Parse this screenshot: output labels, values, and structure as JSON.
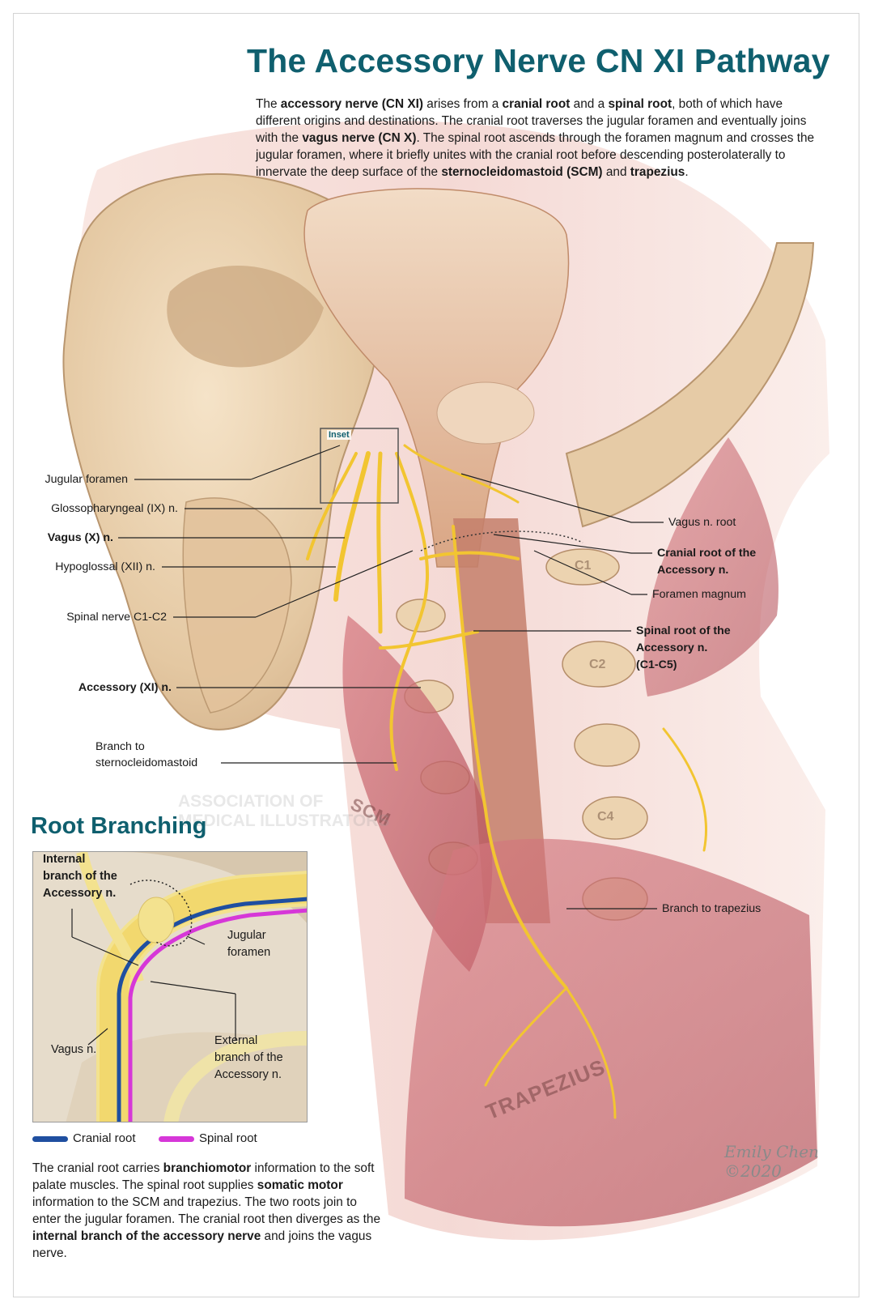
{
  "title": "The Accessory Nerve CN XI Pathway",
  "intro": [
    {
      "t": "The "
    },
    {
      "t": "accessory nerve (CN XI)",
      "b": true
    },
    {
      "t": " arises from a "
    },
    {
      "t": "cranial root",
      "b": true
    },
    {
      "t": " and a "
    },
    {
      "t": "spinal root",
      "b": true
    },
    {
      "t": ", both of which have different origins and destinations. The cranial root traverses the jugular foramen and eventually joins with the "
    },
    {
      "t": "vagus nerve (CN X)",
      "b": true
    },
    {
      "t": ". The spinal root ascends through the foramen magnum and crosses the jugular foramen, where it briefly unites with the cranial root before descending posterolaterally to innervate the deep surface of the "
    },
    {
      "t": "sternocleidomastoid (SCM)",
      "b": true
    },
    {
      "t": " and "
    },
    {
      "t": "trapezius",
      "b": true
    },
    {
      "t": "."
    }
  ],
  "inset_tag": "Inset",
  "labels_left": {
    "jugular_foramen": "Jugular foramen",
    "glossopharyngeal": "Glossopharyngeal (IX) n.",
    "vagus": "Vagus (X) n.",
    "hypoglossal": "Hypoglossal (XII) n.",
    "spinal_nerve": "Spinal nerve C1-C2",
    "accessory": "Accessory (XI) n.",
    "branch_scm_1": "Branch to",
    "branch_scm_2": "sternocleidomastoid"
  },
  "labels_right": {
    "vagus_root": "Vagus n. root",
    "cranial_root_1": "Cranial root of the",
    "cranial_root_2": "Accessory n.",
    "foramen_magnum": "Foramen magnum",
    "spinal_root_1": "Spinal root of the",
    "spinal_root_2": "Accessory n.",
    "spinal_root_3": "(C1-C5)",
    "branch_trapezius": "Branch to trapezius"
  },
  "muscles": {
    "scm": "SCM",
    "trapezius": "TRAPEZIUS"
  },
  "vertebrae": {
    "c1": "C1",
    "c2": "C2",
    "c4": "C4"
  },
  "watermark": [
    "ASSOCIATION OF",
    "MEDICAL ILLUSTRATORS"
  ],
  "root_branching": {
    "title": "Root Branching",
    "internal_1": "Internal",
    "internal_2": "branch of the",
    "internal_3": "Accessory n.",
    "jugular_1": "Jugular",
    "jugular_2": "foramen",
    "vagus": "Vagus n.",
    "external_1": "External",
    "external_2": "branch of the",
    "external_3": "Accessory n."
  },
  "legend": {
    "cranial": {
      "label": "Cranial root",
      "color": "#1f4fa0"
    },
    "spinal": {
      "label": "Spinal root",
      "color": "#d637d8"
    }
  },
  "summary": [
    {
      "t": "The cranial root carries "
    },
    {
      "t": "branchiomotor",
      "b": true
    },
    {
      "t": " information to the soft palate muscles. The spinal root supplies "
    },
    {
      "t": "somatic motor",
      "b": true
    },
    {
      "t": " information to the SCM and trapezius. The two roots join to enter the jugular foramen. The cranial root then diverges as the "
    },
    {
      "t": "internal branch of the accessory nerve",
      "b": true
    },
    {
      "t": " and joins the vagus nerve."
    }
  ],
  "signature": "Emily Chen ©2020",
  "colors": {
    "title": "#0f5f6e",
    "nerve": "#f2c531",
    "muscle": "#c9606a",
    "bone": "#e9d3b3"
  }
}
